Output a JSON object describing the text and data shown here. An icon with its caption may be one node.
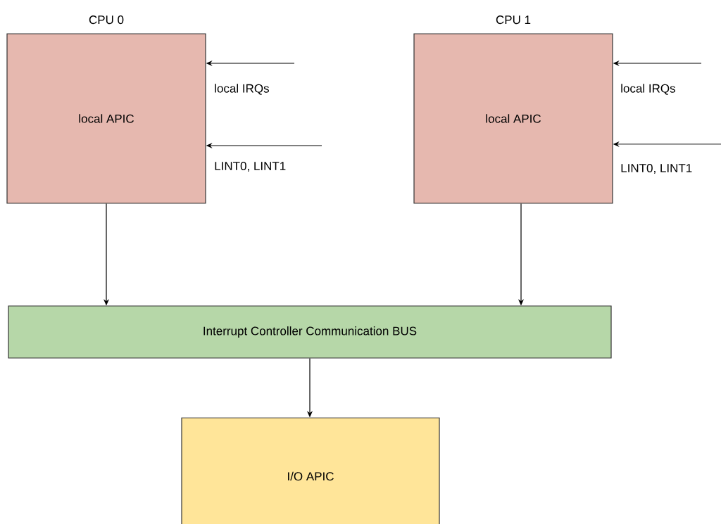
{
  "diagram": {
    "nodes": [
      {
        "text": [
          "CPU 0",
          "local APIC"
        ]
      },
      {
        "text": [
          "CPU 1",
          "local APIC"
        ]
      },
      {
        "text": [
          "Interrupt Controller Communication BUS"
        ]
      },
      {
        "text": [
          "I/O APIC"
        ]
      }
    ],
    "edges": [
      {
        "from": null,
        "to": 0,
        "arrow": "to",
        "label": "local IRQs"
      },
      {
        "from": null,
        "to": 0,
        "arrow": "to",
        "label": "LINT0, LINT1"
      },
      {
        "from": null,
        "to": 1,
        "arrow": "to",
        "label": "local IRQs"
      },
      {
        "from": null,
        "to": 1,
        "arrow": "to",
        "label": "LINT0, LINT1"
      },
      {
        "from": 0,
        "to": 2,
        "arrow": "to"
      },
      {
        "from": 1,
        "to": 2,
        "arrow": "to"
      },
      {
        "from": 2,
        "to": 3,
        "arrow": "to"
      }
    ]
  }
}
